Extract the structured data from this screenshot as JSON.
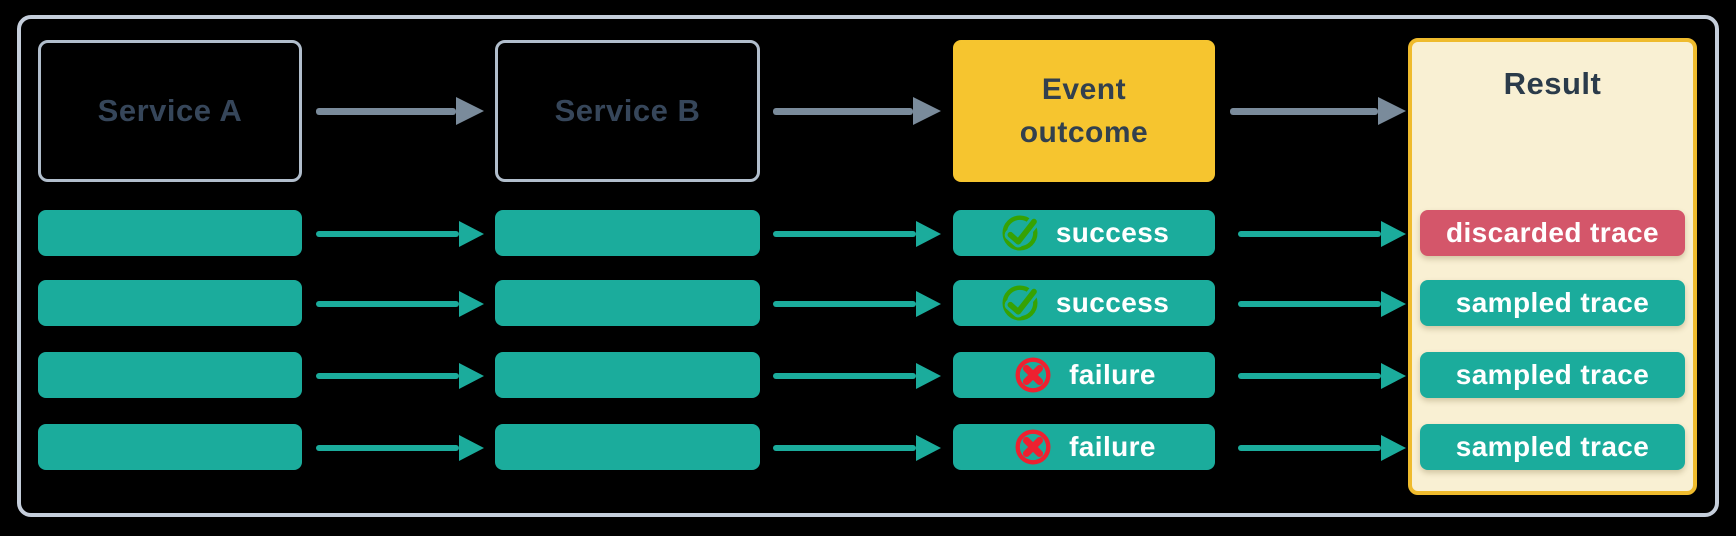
{
  "header": {
    "service_a_label": "Service A",
    "service_b_label": "Service B",
    "event_outcome_line1": "Event",
    "event_outcome_line2": "outcome",
    "result_title": "Result"
  },
  "rows": [
    {
      "outcome_label": "success",
      "outcome_icon": "check-circle-icon",
      "result_label": "discarded trace",
      "result_status": "discarded"
    },
    {
      "outcome_label": "success",
      "outcome_icon": "check-circle-icon",
      "result_label": "sampled trace",
      "result_status": "sampled"
    },
    {
      "outcome_label": "failure",
      "outcome_icon": "x-circle-icon",
      "result_label": "sampled trace",
      "result_status": "sampled"
    },
    {
      "outcome_label": "failure",
      "outcome_icon": "x-circle-icon",
      "result_label": "sampled trace",
      "result_status": "sampled"
    }
  ],
  "colors": {
    "teal": "#1BAC9C",
    "event_box_yellow": "#F6C52F",
    "result_panel_bg": "#F9F0D3",
    "result_panel_border": "#EFBB2D",
    "discarded_red": "#D4566A",
    "gray_arrow": "#7A8B9B",
    "service_box_border": "#B1BECC",
    "outer_frame_border": "#C5CEDB",
    "dark_text": "#36465A",
    "success_green": "#36A203",
    "failure_red": "#EE2130",
    "white_text": "#FFFFFF",
    "background": "#000000"
  }
}
